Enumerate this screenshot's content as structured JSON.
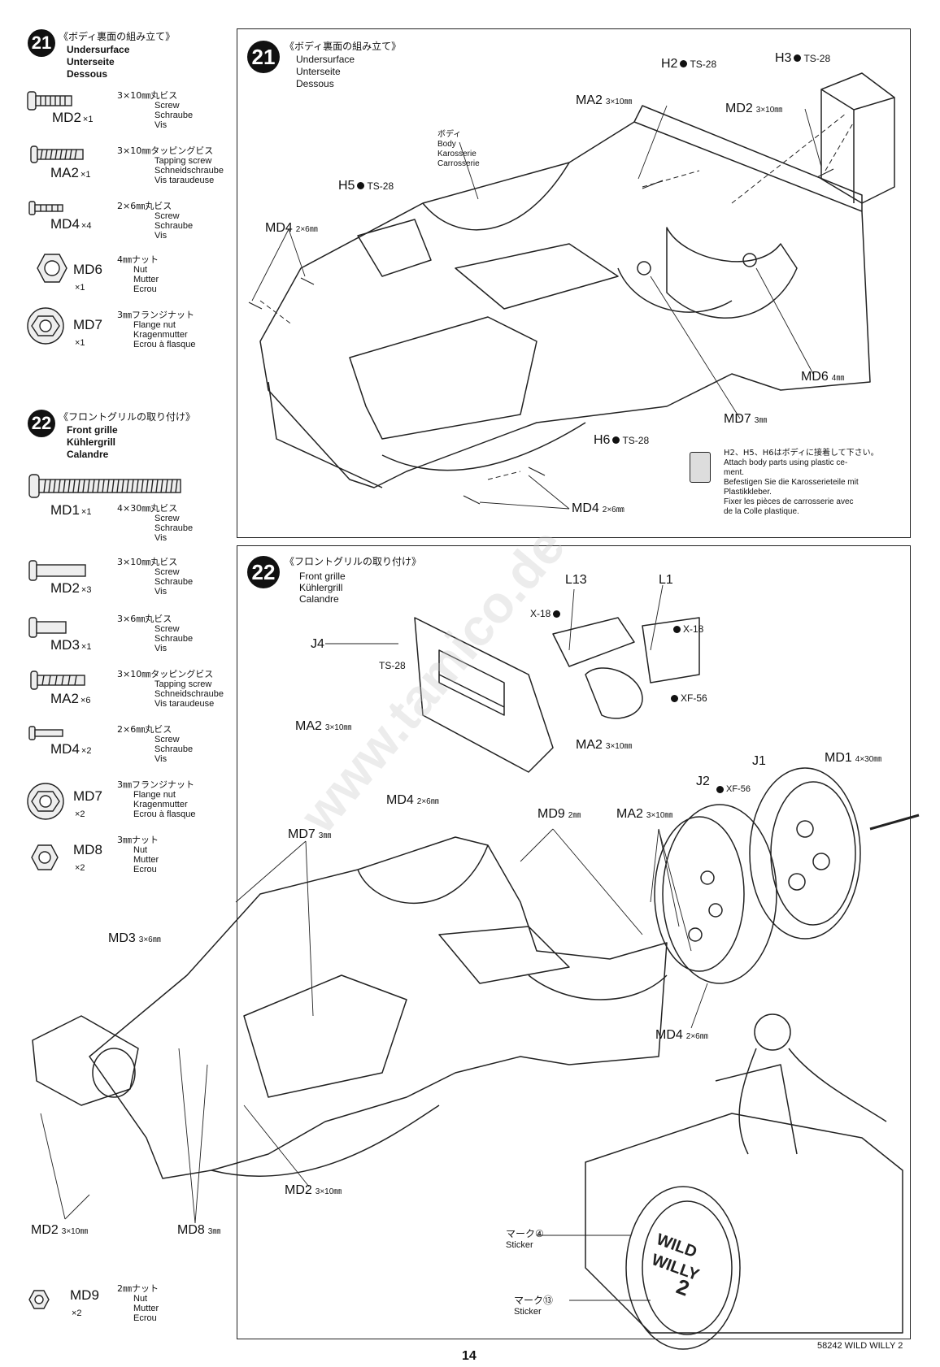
{
  "watermark": "www.tamico.de",
  "step21": {
    "num": "21",
    "jp": "《ボディ裏面の組み立て》",
    "en": "Undersurface",
    "de": "Unterseite",
    "fr": "Dessous"
  },
  "step22": {
    "num": "22",
    "jp": "《フロントグリルの取り付け》",
    "en": "Front grille",
    "de": "Kühlergrill",
    "fr": "Calandre"
  },
  "parts21": [
    {
      "code": "MD2",
      "qty": "×1",
      "jp": "3×10㎜丸ビス",
      "l1": "Screw",
      "l2": "Schraube",
      "l3": "Vis"
    },
    {
      "code": "MA2",
      "qty": "×1",
      "jp": "3×10㎜タッピングビス",
      "l1": "Tapping screw",
      "l2": "Schneidschraube",
      "l3": "Vis taraudeuse"
    },
    {
      "code": "MD4",
      "qty": "×4",
      "jp": "2×6㎜丸ビス",
      "l1": "Screw",
      "l2": "Schraube",
      "l3": "Vis"
    },
    {
      "code": "MD6",
      "qty": "×1",
      "jp": "4㎜ナット",
      "l1": "Nut",
      "l2": "Mutter",
      "l3": "Ecrou"
    },
    {
      "code": "MD7",
      "qty": "×1",
      "jp": "3㎜フランジナット",
      "l1": "Flange nut",
      "l2": "Kragenmutter",
      "l3": "Ecrou à flasque"
    }
  ],
  "parts22": [
    {
      "code": "MD1",
      "qty": "×1",
      "jp": "4×30㎜丸ビス",
      "l1": "Screw",
      "l2": "Schraube",
      "l3": "Vis"
    },
    {
      "code": "MD2",
      "qty": "×3",
      "jp": "3×10㎜丸ビス",
      "l1": "Screw",
      "l2": "Schraube",
      "l3": "Vis"
    },
    {
      "code": "MD3",
      "qty": "×1",
      "jp": "3×6㎜丸ビス",
      "l1": "Screw",
      "l2": "Schraube",
      "l3": "Vis"
    },
    {
      "code": "MA2",
      "qty": "×6",
      "jp": "3×10㎜タッピングビス",
      "l1": "Tapping screw",
      "l2": "Schneidschraube",
      "l3": "Vis taraudeuse"
    },
    {
      "code": "MD4",
      "qty": "×2",
      "jp": "2×6㎜丸ビス",
      "l1": "Screw",
      "l2": "Schraube",
      "l3": "Vis"
    },
    {
      "code": "MD7",
      "qty": "×2",
      "jp": "3㎜フランジナット",
      "l1": "Flange nut",
      "l2": "Kragenmutter",
      "l3": "Ecrou à flasque"
    },
    {
      "code": "MD8",
      "qty": "×2",
      "jp": "3㎜ナット",
      "l1": "Nut",
      "l2": "Mutter",
      "l3": "Ecrou"
    },
    {
      "code": "MD9",
      "qty": "×2",
      "jp": "2㎜ナット",
      "l1": "Nut",
      "l2": "Mutter",
      "l3": "Ecrou"
    }
  ],
  "diag21": {
    "body_jp": "ボディ",
    "body_en": "Body",
    "body_de": "Karosserie",
    "body_fr": "Carrosserie",
    "h2": "H2",
    "h3": "H3",
    "h5": "H5",
    "h6": "H6",
    "ts28": "TS-28",
    "ma2": "MA2",
    "ma2_size": "3×10㎜",
    "md2": "MD2",
    "md2_size": "3×10㎜",
    "md4": "MD4",
    "md4_size": "2×6㎜",
    "md6": "MD6",
    "md6_size": "4㎜",
    "md7": "MD7",
    "md7_size": "3㎜",
    "note_jp": "H2、H5、H6はボディに接着して下さい。",
    "note_en1": "Attach body parts using plastic ce-",
    "note_en2": "ment.",
    "note_de1": "Befestigen Sie die Karosserieteile mit",
    "note_de2": "Plastikkleber.",
    "note_fr1": "Fixer les pièces de carrosserie avec",
    "note_fr2": "de la Colle plastique."
  },
  "diag22": {
    "l13": "L13",
    "l1": "L1",
    "j4": "J4",
    "j1": "J1",
    "j2": "J2",
    "x18": "X-18",
    "xf56": "XF-56",
    "ts28": "TS-28",
    "ma2": "MA2",
    "ma2_size": "3×10㎜",
    "md1": "MD1",
    "md1_size": "4×30㎜",
    "md2": "MD2",
    "md2_size": "3×10㎜",
    "md3": "MD3",
    "md3_size": "3×6㎜",
    "md4": "MD4",
    "md4_size": "2×6㎜",
    "md7": "MD7",
    "md7_size": "3㎜",
    "md8": "MD8",
    "md8_size": "3㎜",
    "md9": "MD9",
    "md9_size": "2㎜",
    "mark4_jp": "マーク④",
    "mark13_jp": "マーク⑬",
    "sticker": "Sticker",
    "wheel_text1": "WILD",
    "wheel_text2": "WILLY",
    "wheel_text3": "2"
  },
  "footer": {
    "code": "58242 WILD WILLY 2",
    "page": "14"
  }
}
